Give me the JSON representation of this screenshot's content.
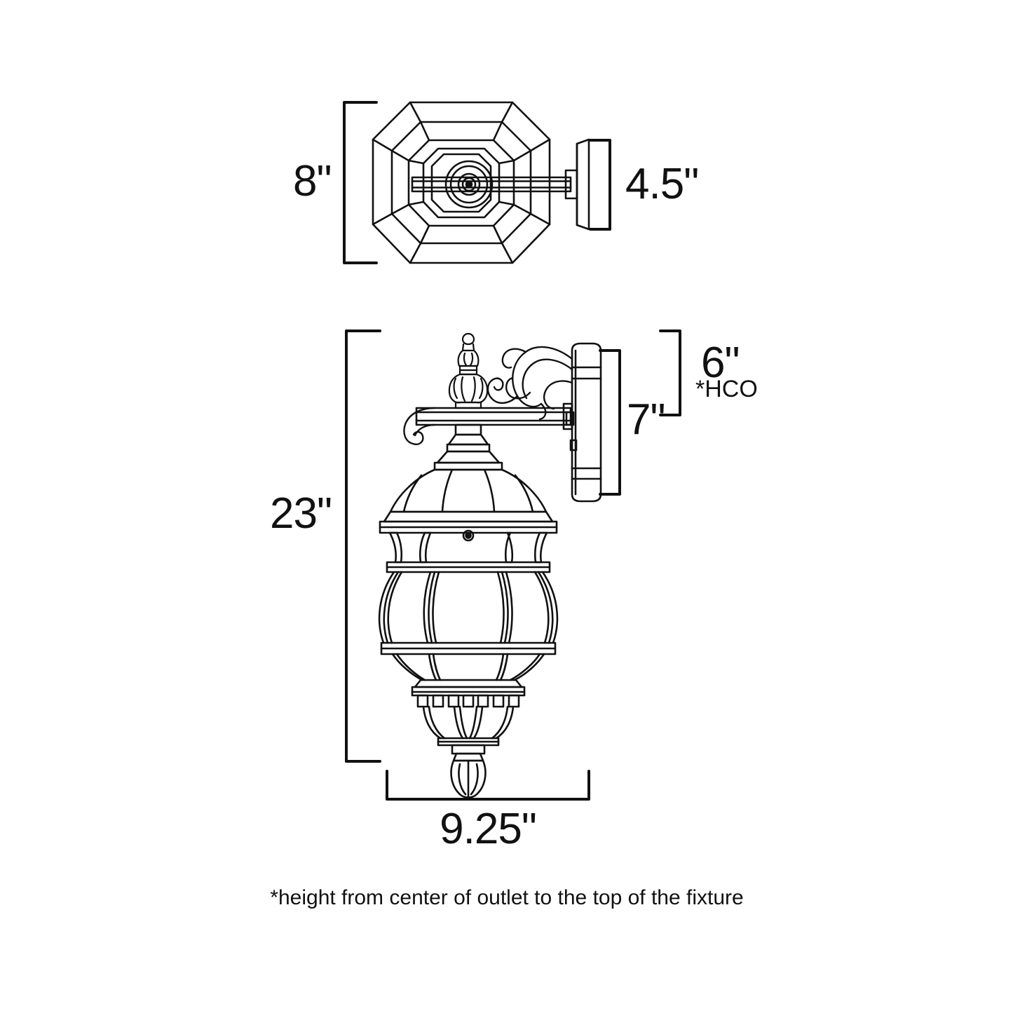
{
  "diagram": {
    "title": "Outdoor Wall Lantern Dimension Drawing",
    "stroke_color": "#111111",
    "background_color": "#ffffff",
    "views": [
      {
        "name": "top-view",
        "label": "octagonal lantern top view"
      },
      {
        "name": "front-view",
        "label": "ornate wall lantern front elevation"
      }
    ]
  },
  "dimensions": {
    "top_height": "8\"",
    "backplate_width": "4.5\"",
    "overall_height": "23\"",
    "backplate_height": "7\"",
    "hco_height": "6\"",
    "hco_note": "*HCO",
    "overall_width": "9.25\""
  },
  "footnote": {
    "text": "*height from center of outlet to the top of the fixture"
  }
}
